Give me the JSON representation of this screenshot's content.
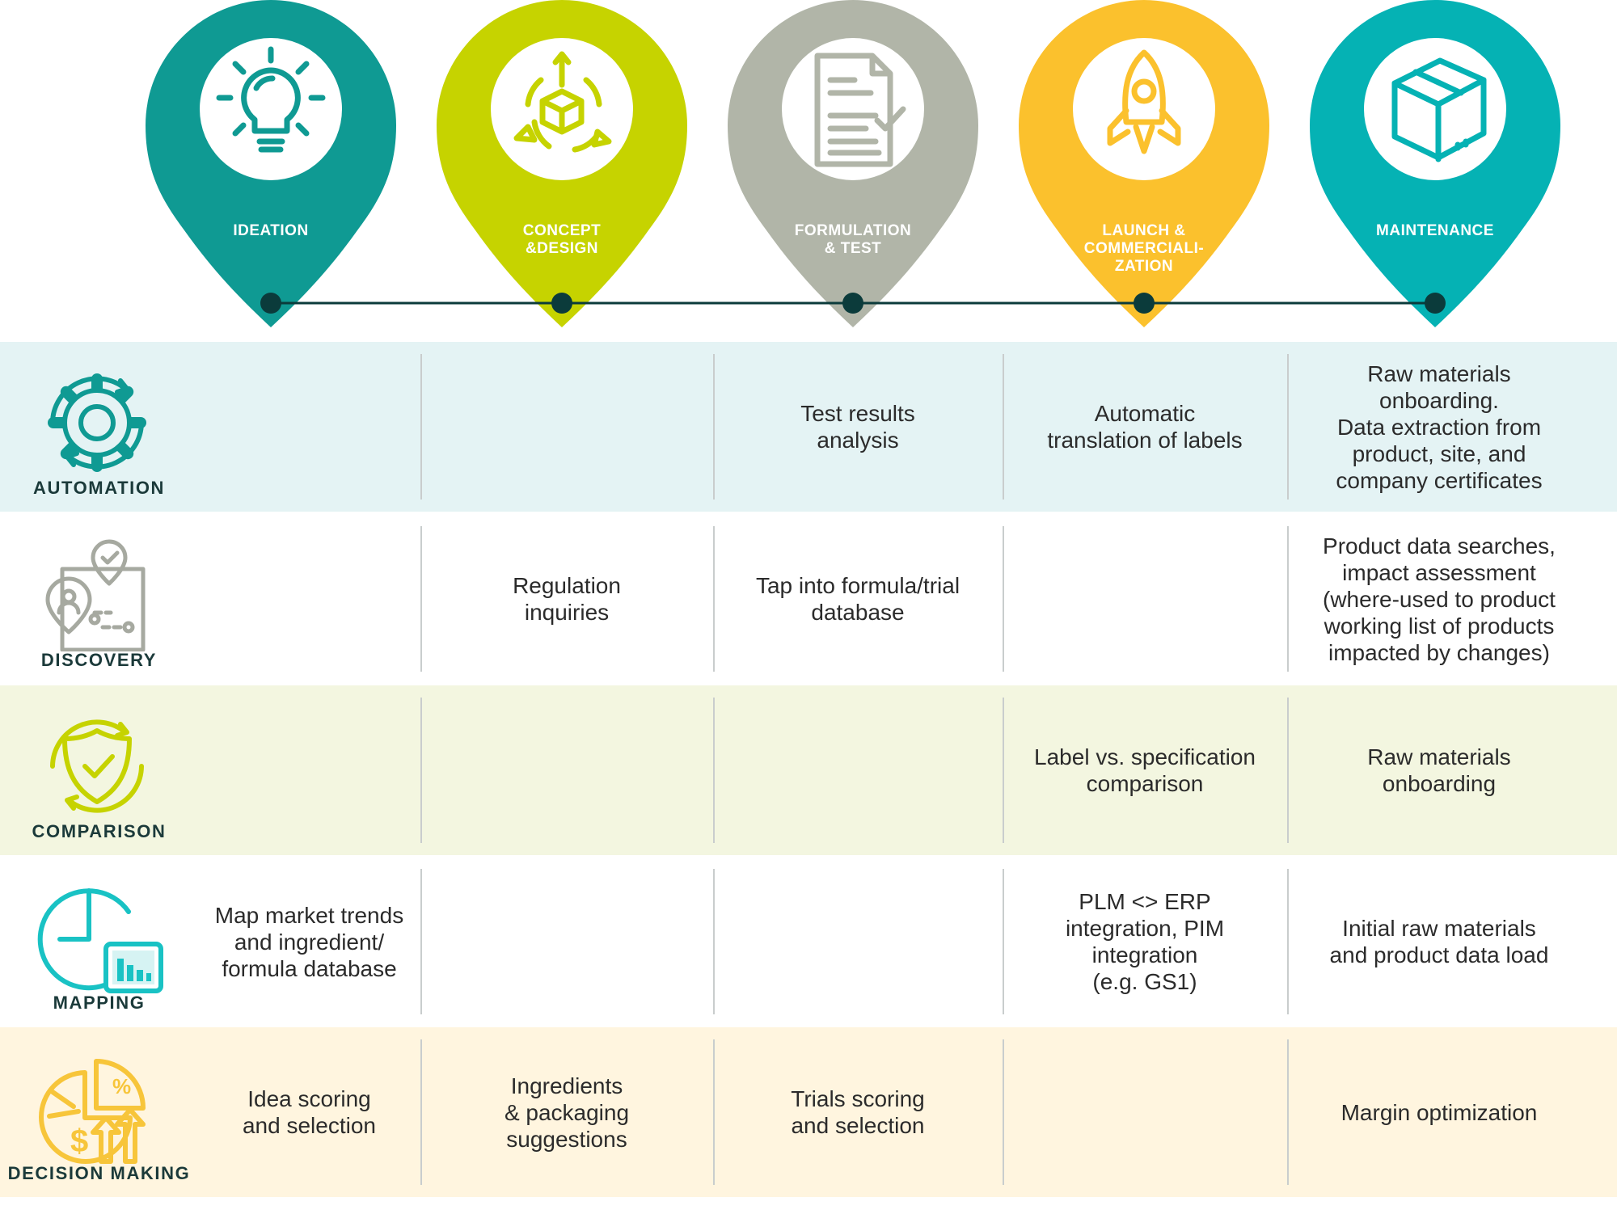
{
  "colors": {
    "ideation": "#0f9a93",
    "concept": "#c6d300",
    "formulation": "#b1b5a8",
    "launch": "#fbc12d",
    "maintenance": "#05b2b4",
    "timeline": "#0b3b3b",
    "automation_bg": "#e4f3f4",
    "discovery_bg": "#ffffff",
    "comparison_bg": "#f3f6e0",
    "mapping_bg": "#ffffff",
    "decision_bg": "#fff5df"
  },
  "stages": [
    {
      "id": "ideation",
      "label": "IDEATION",
      "icon": "lightbulb-icon"
    },
    {
      "id": "concept",
      "label": "CONCEPT\n&DESIGN",
      "icon": "cube-cycle-icon"
    },
    {
      "id": "formulation",
      "label": "FORMULATION\n& TEST",
      "icon": "document-check-icon"
    },
    {
      "id": "launch",
      "label": "LAUNCH &\nCOMMERCIALI-\nZATION",
      "icon": "rocket-icon"
    },
    {
      "id": "maintenance",
      "label": "MAINTENANCE",
      "icon": "box-icon"
    }
  ],
  "rows": [
    {
      "id": "automation",
      "label": "AUTOMATION",
      "icon": "gear-cycle-icon",
      "cells": [
        "",
        "",
        "Test results\nanalysis",
        "Automatic\ntranslation of labels",
        "Raw materials\nonboarding.\nData extraction from\nproduct, site, and\ncompany certificates"
      ]
    },
    {
      "id": "discovery",
      "label": "DISCOVERY",
      "icon": "location-pins-icon",
      "cells": [
        "",
        "Regulation\ninquiries",
        "Tap into formula/trial\ndatabase",
        "",
        "Product data searches,\nimpact assessment\n(where-used to product\nworking list of products\nimpacted by changes)"
      ]
    },
    {
      "id": "comparison",
      "label": "COMPARISON",
      "icon": "shield-check-icon",
      "cells": [
        "",
        "",
        "",
        "Label vs. specification\ncomparison",
        "Raw materials\nonboarding"
      ]
    },
    {
      "id": "mapping",
      "label": "MAPPING",
      "icon": "clock-chart-icon",
      "cells": [
        "Map market trends\nand ingredient/\nformula database",
        "",
        "",
        "PLM <> ERP\nintegration, PIM\nintegration\n(e.g. GS1)",
        "Initial raw materials\nand product data load"
      ]
    },
    {
      "id": "decision",
      "label": "DECISION MAKING",
      "icon": "pie-dollar-icon",
      "cells": [
        "Idea scoring\nand selection",
        "Ingredients\n& packaging\nsuggestions",
        "Trials scoring\nand selection",
        "",
        "Margin optimization"
      ]
    }
  ]
}
